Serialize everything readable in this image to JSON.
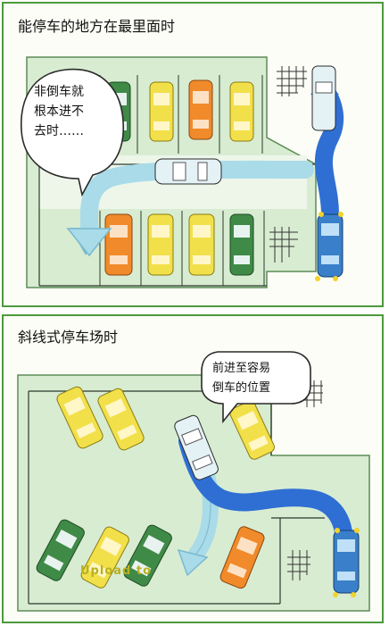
{
  "panels": [
    {
      "title": "能停车的地方在最里面时",
      "bubble_text": "非倒车就\n根本进不\n去时……"
    },
    {
      "title": "斜线式停车场时",
      "bubble_text": "前进至容易\n倒车的位置"
    }
  ],
  "watermark": "Upload to",
  "colors": {
    "frame_green": "#4d9a3c",
    "lot_fill": "#d8ecd2",
    "path_blue": "#2f6fd3",
    "reverse_arrow": "#a9dbe9",
    "car_yellow": "#f2e04a",
    "car_orange": "#f08a2a",
    "car_green": "#3f8a47",
    "player_car": "#3a7fc9",
    "ghost_car": "#e4f2f6"
  }
}
